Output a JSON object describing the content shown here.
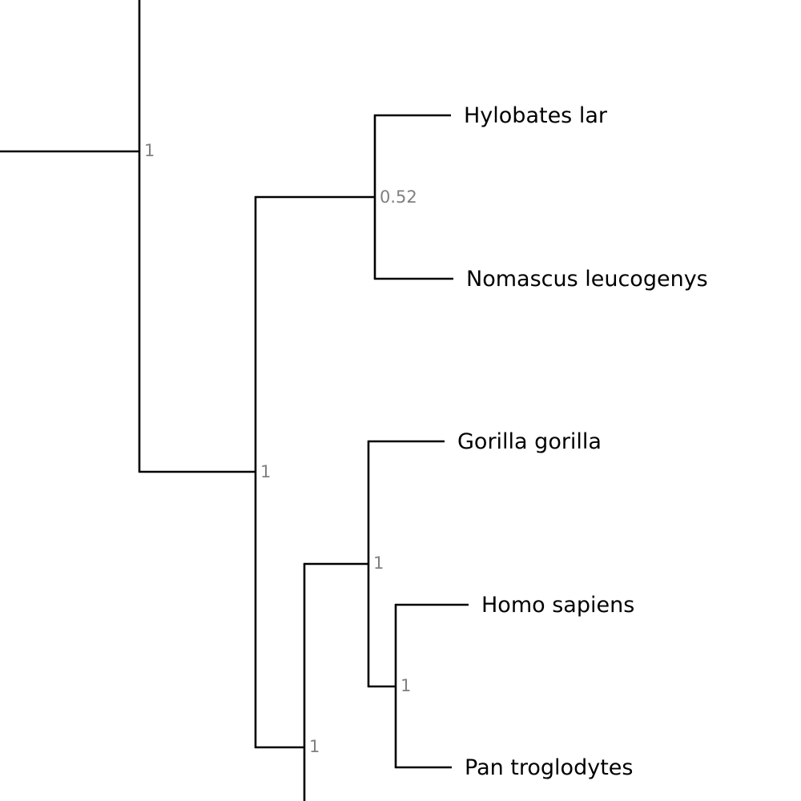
{
  "tree": {
    "taxa": {
      "hylobates": "Hylobates lar",
      "nomascus": "Nomascus leucogenys",
      "gorilla": "Gorilla gorilla",
      "homo": "Homo sapiens",
      "pan": "Pan troglodytes"
    },
    "support": {
      "root_node": "1",
      "gibbon_node": "0.52",
      "ape_node": "1",
      "great_ape_node": "1",
      "homininae_node": "1",
      "hominini_node": "1"
    }
  },
  "colors": {
    "branch": "#000000",
    "taxon_text": "#000000",
    "support_text": "#808080",
    "background": "#ffffff"
  }
}
